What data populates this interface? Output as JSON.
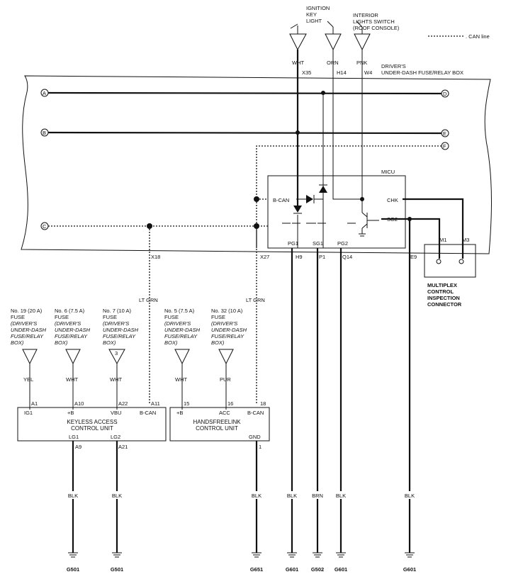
{
  "legend": {
    "can_line": ". CAN line"
  },
  "top": {
    "ignition": "IGNITION\nKEY\nLIGHT",
    "interior": "INTERIOR\nLIGHTS SWITCH\n(ROOF CONSOLE)",
    "wht": "WHT",
    "orn": "ORN",
    "pnk": "PNK",
    "x35": "X35",
    "h14": "H14",
    "w4": "W4"
  },
  "fuse_box": {
    "label": "DRIVER'S\nUNDER-DASH FUSE/RELAY BOX",
    "bus": [
      "A",
      "B",
      "C",
      "D",
      "E",
      "F"
    ],
    "x18": "X18",
    "x27": "X27"
  },
  "micu": {
    "title": "MICU",
    "bcan": "B-CAN",
    "chk": "CHK",
    "sg2": "SG2",
    "pg1": "PG1",
    "sg1": "SG1",
    "pg2": "PG2",
    "h9": "H9",
    "p1": "P1",
    "q14": "Q14",
    "e9": "E9"
  },
  "inspection": {
    "m1": "M1",
    "m3": "M3",
    "label": "MULTIPLEX\nCONTROL\nINSPECTION\nCONNECTOR"
  },
  "ltgrn": "LT GRN",
  "fuses": [
    {
      "head": "No. 19 (20 A)\nFUSE",
      "sub": "(DRIVER'S\nUNDER-DASH\nFUSE/RELAY\nBOX)",
      "num": "",
      "color": "YEL",
      "pin": "A1"
    },
    {
      "head": "No. 6 (7.5 A)\nFUSE",
      "sub": "(DRIVER'S\nUNDER-DASH\nFUSE/RELAY\nBOX)",
      "num": "",
      "color": "WHT",
      "pin": "A10"
    },
    {
      "head": "No. 7 (10 A)\nFUSE",
      "sub": "(DRIVER'S\nUNDER-DASH\nFUSE/RELAY\nBOX)",
      "num": "3",
      "color": "WHT",
      "pin": "A22"
    },
    {
      "head": "No. 5 (7.5 A)\nFUSE",
      "sub": "(DRIVER'S\nUNDER-DASH\nFUSE/RELAY\nBOX)",
      "num": "",
      "color": "WHT",
      "pin": "15"
    },
    {
      "head": "No. 32 (10 A)\nFUSE",
      "sub": "(DRIVER'S\nUNDER-DASH\nFUSE/RELAY\nBOX)",
      "num": "",
      "color": "PUR",
      "pin": "16"
    }
  ],
  "keyless": {
    "name": "KEYLESS ACCESS\nCONTROL UNIT",
    "ig1": "IG1",
    "b": "+B",
    "vbu": "VBU",
    "bcan": "B-CAN",
    "a11": "A11",
    "lg1": "LG1",
    "lg2": "LG2",
    "a9": "A9",
    "a21": "A21"
  },
  "handsfree": {
    "name": "HANDSFREELINK\nCONTROL UNIT",
    "b": "+B",
    "acc": "ACC",
    "bcan": "B-CAN",
    "p18": "18",
    "gnd": "GND",
    "p1": "1"
  },
  "grounds": [
    {
      "color": "BLK",
      "g": "G501"
    },
    {
      "color": "BLK",
      "g": "G501"
    },
    {
      "color": "BLK",
      "g": "G651"
    },
    {
      "color": "BLK",
      "g": "G601"
    },
    {
      "color": "BRN",
      "g": "G502"
    },
    {
      "color": "BLK",
      "g": "G601"
    },
    {
      "color": "BLK",
      "g": "G601"
    }
  ]
}
